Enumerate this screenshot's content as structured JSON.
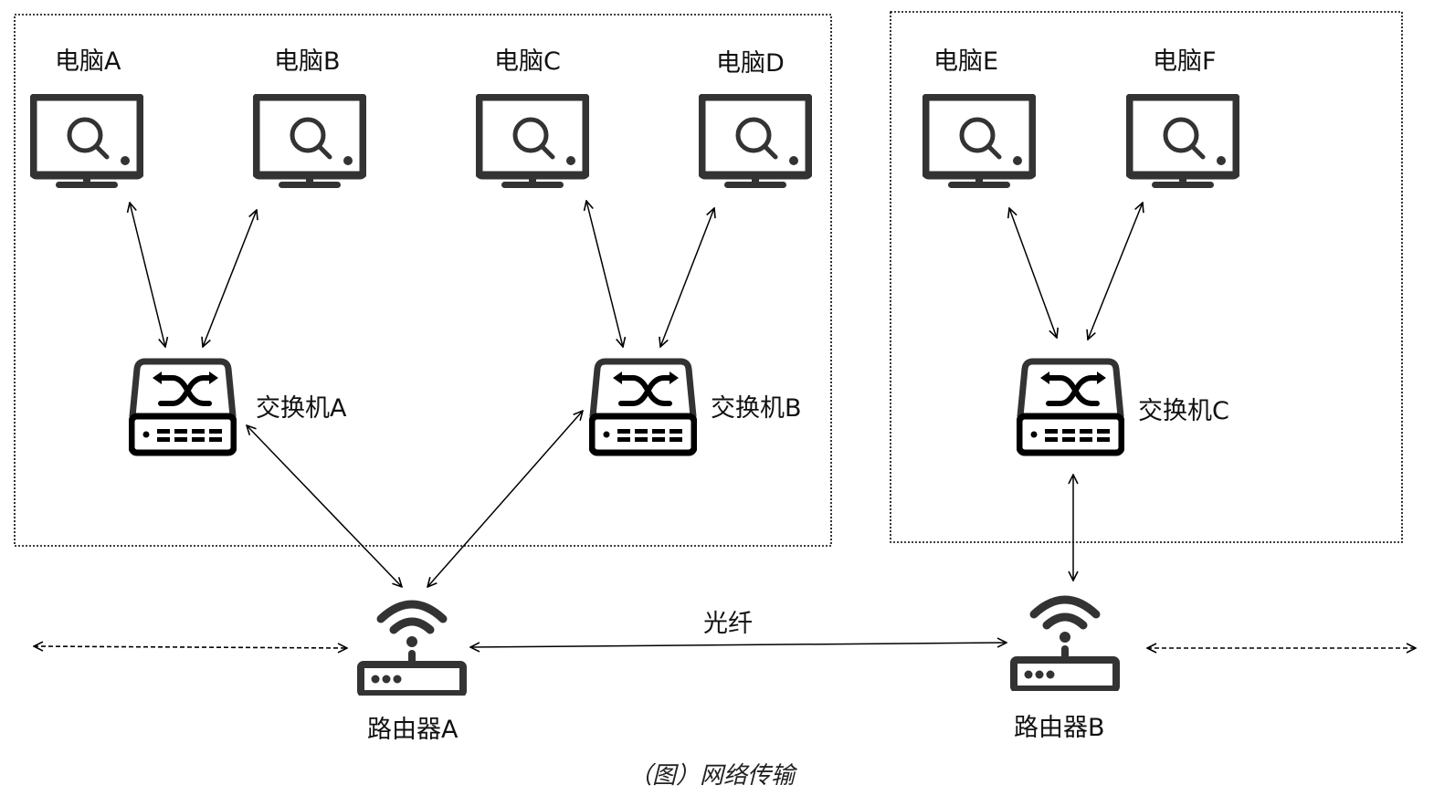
{
  "caption": "（图）网络传输",
  "icon_color": "#333333",
  "line_color": "#000000",
  "groups": [
    {
      "name": "group-left",
      "style": "dotted"
    },
    {
      "name": "group-right",
      "style": "dotted"
    }
  ],
  "computers": [
    {
      "id": "A",
      "label": "电脑A",
      "icon": "monitor-search-icon"
    },
    {
      "id": "B",
      "label": "电脑B",
      "icon": "monitor-search-icon"
    },
    {
      "id": "C",
      "label": "电脑C",
      "icon": "monitor-search-icon"
    },
    {
      "id": "D",
      "label": "电脑D",
      "icon": "monitor-search-icon"
    },
    {
      "id": "E",
      "label": "电脑E",
      "icon": "monitor-search-icon"
    },
    {
      "id": "F",
      "label": "电脑F",
      "icon": "monitor-search-icon"
    }
  ],
  "switches": [
    {
      "id": "A",
      "label": "交换机A",
      "icon": "network-switch-icon"
    },
    {
      "id": "B",
      "label": "交换机B",
      "icon": "network-switch-icon"
    },
    {
      "id": "C",
      "label": "交换机C",
      "icon": "network-switch-icon"
    }
  ],
  "routers": [
    {
      "id": "A",
      "label": "路由器A",
      "icon": "wifi-router-icon"
    },
    {
      "id": "B",
      "label": "路由器B",
      "icon": "wifi-router-icon"
    }
  ],
  "links": [
    {
      "from": "computer-A",
      "to": "switch-A",
      "type": "bidirectional"
    },
    {
      "from": "computer-B",
      "to": "switch-A",
      "type": "bidirectional"
    },
    {
      "from": "computer-C",
      "to": "switch-B",
      "type": "bidirectional"
    },
    {
      "from": "computer-D",
      "to": "switch-B",
      "type": "bidirectional"
    },
    {
      "from": "computer-E",
      "to": "switch-C",
      "type": "bidirectional"
    },
    {
      "from": "computer-F",
      "to": "switch-C",
      "type": "bidirectional"
    },
    {
      "from": "switch-A",
      "to": "router-A",
      "type": "bidirectional"
    },
    {
      "from": "switch-B",
      "to": "router-A",
      "type": "bidirectional"
    },
    {
      "from": "switch-C",
      "to": "router-B",
      "type": "bidirectional"
    },
    {
      "from": "router-A",
      "to": "router-B",
      "type": "bidirectional",
      "label": "光纤"
    },
    {
      "from": "external-left",
      "to": "router-A",
      "type": "dashed-bidirectional"
    },
    {
      "from": "router-B",
      "to": "external-right",
      "type": "dashed-bidirectional"
    }
  ],
  "fiber_label": "光纤"
}
